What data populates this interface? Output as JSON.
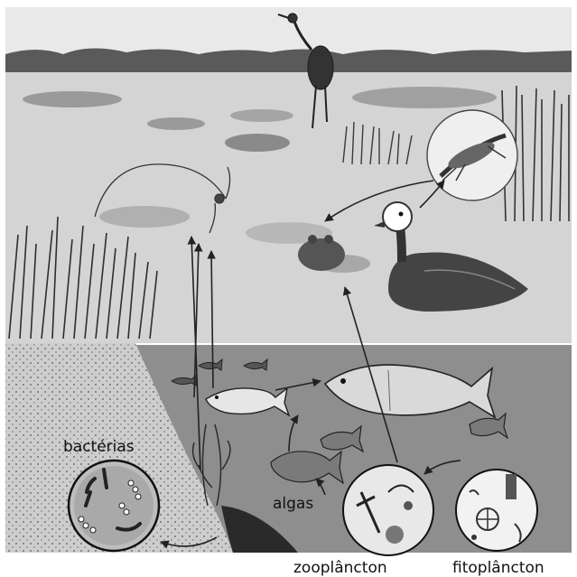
{
  "labels": {
    "bacteria": "bactérias",
    "algae": "algas",
    "zooplankton": "zooplâncton",
    "phytoplankton": "fitoplâncton"
  },
  "colors": {
    "sky": "#e9e9e9",
    "water_surface": "#cfcfcf",
    "underwater": "#8c8c8c",
    "soil": "#c8c8c8",
    "vegetation": "#3a3a3a",
    "ink": "#111111"
  },
  "icons": [
    "heron",
    "egret",
    "grasshopper",
    "duck",
    "frog",
    "fish",
    "bacteria-circle",
    "zooplankton-circle",
    "phytoplankton-circle"
  ]
}
